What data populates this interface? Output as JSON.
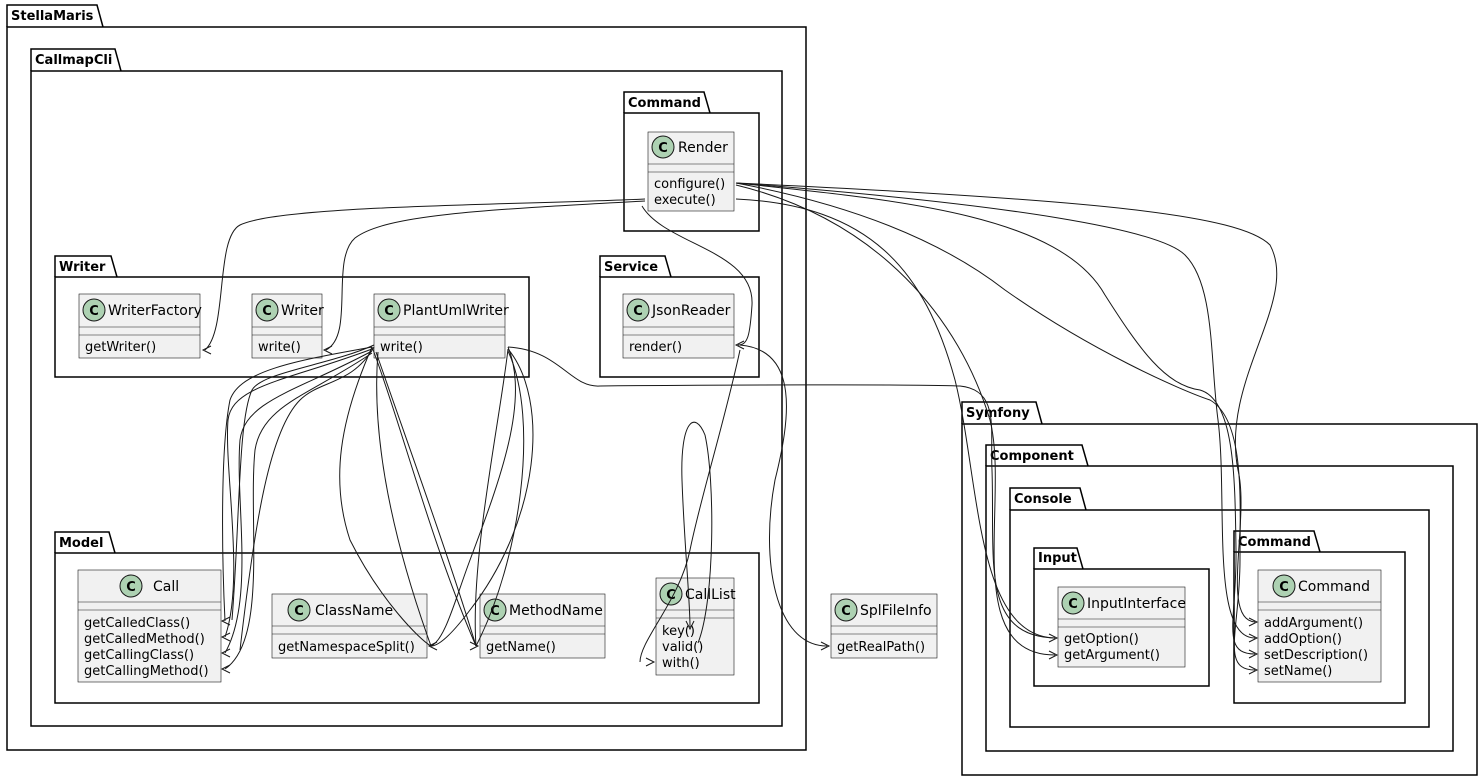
{
  "diagram": {
    "packages": {
      "stellamaris": "StellaMaris",
      "callmapcli": "CallmapCli",
      "command": "Command",
      "writer": "Writer",
      "service": "Service",
      "model": "Model",
      "symfony": "Symfony",
      "component": "Component",
      "console": "Console",
      "input": "Input",
      "console_command": "Command"
    },
    "classes": {
      "render": {
        "name": "Render",
        "stereotype": "C",
        "methods": [
          "configure()",
          "execute()"
        ]
      },
      "writerfactory": {
        "name": "WriterFactory",
        "stereotype": "C",
        "methods": [
          "getWriter()"
        ]
      },
      "writer": {
        "name": "Writer",
        "stereotype": "C",
        "methods": [
          "write()"
        ]
      },
      "plantumlwriter": {
        "name": "PlantUmlWriter",
        "stereotype": "C",
        "methods": [
          "write()"
        ]
      },
      "jsonreader": {
        "name": "JsonReader",
        "stereotype": "C",
        "methods": [
          "render()"
        ]
      },
      "call": {
        "name": "Call",
        "stereotype": "C",
        "methods": [
          "getCalledClass()",
          "getCalledMethod()",
          "getCallingClass()",
          "getCallingMethod()"
        ]
      },
      "classname": {
        "name": "ClassName",
        "stereotype": "C",
        "methods": [
          "getNamespaceSplit()"
        ]
      },
      "methodname": {
        "name": "MethodName",
        "stereotype": "C",
        "methods": [
          "getName()"
        ]
      },
      "calllist": {
        "name": "CallList",
        "stereotype": "C",
        "methods": [
          "key()",
          "valid()",
          "with()"
        ]
      },
      "splfileinfo": {
        "name": "SplFileInfo",
        "stereotype": "C",
        "methods": [
          "getRealPath()"
        ]
      },
      "inputinterface": {
        "name": "InputInterface",
        "stereotype": "C",
        "methods": [
          "getOption()",
          "getArgument()"
        ]
      },
      "command": {
        "name": "Command",
        "stereotype": "C",
        "methods": [
          "addArgument()",
          "addOption()",
          "setDescription()",
          "setName()"
        ]
      }
    },
    "dependencies": [
      [
        "Render.execute()",
        "WriterFactory.getWriter()"
      ],
      [
        "Render.execute()",
        "Writer.write()"
      ],
      [
        "Render.execute()",
        "JsonReader.render()"
      ],
      [
        "Render.execute()",
        "InputInterface.getOption()"
      ],
      [
        "Render.execute()",
        "InputInterface.getArgument()"
      ],
      [
        "Render.configure()",
        "Command.addArgument()"
      ],
      [
        "Render.configure()",
        "Command.addOption()"
      ],
      [
        "Render.configure()",
        "Command.setDescription()"
      ],
      [
        "Render.configure()",
        "Command.setName()"
      ],
      [
        "JsonReader.render()",
        "CallList.with()"
      ],
      [
        "JsonReader.render()",
        "SplFileInfo.getRealPath()"
      ],
      [
        "CallList.valid()",
        "CallList.key()"
      ],
      [
        "PlantUmlWriter.write()",
        "Call.getCalledClass()"
      ],
      [
        "PlantUmlWriter.write()",
        "Call.getCalledMethod()"
      ],
      [
        "PlantUmlWriter.write()",
        "Call.getCallingClass()"
      ],
      [
        "PlantUmlWriter.write()",
        "Call.getCallingMethod()"
      ],
      [
        "PlantUmlWriter.write()",
        "ClassName.getNamespaceSplit()"
      ],
      [
        "PlantUmlWriter.write()",
        "MethodName.getName()"
      ],
      [
        "PlantUmlWriter.write()",
        "InputInterface.getOption()"
      ]
    ]
  }
}
